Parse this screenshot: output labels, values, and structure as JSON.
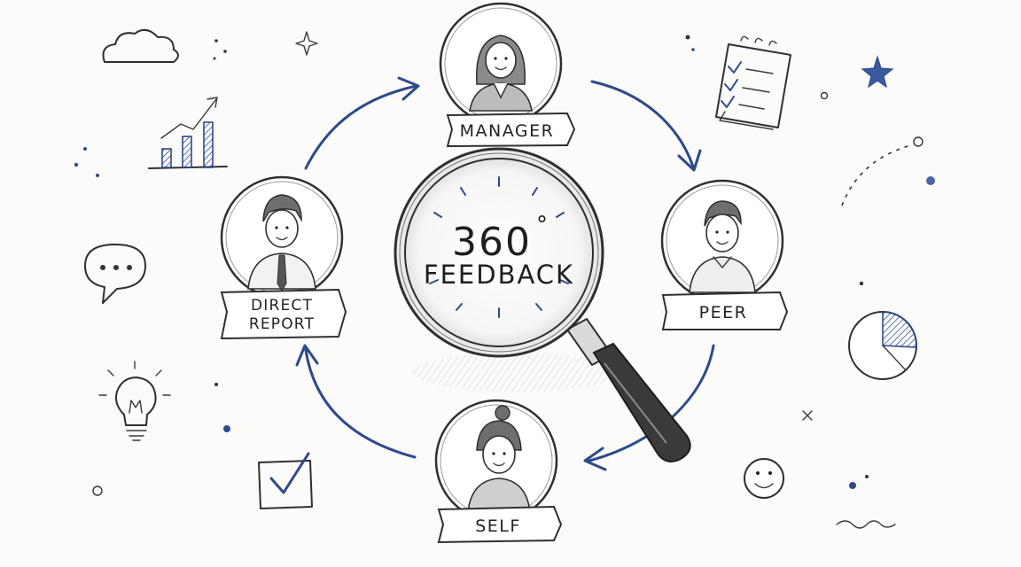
{
  "center": {
    "number": "360",
    "degree": "°",
    "word": "FEEDBACK"
  },
  "nodes": {
    "manager": "MANAGER",
    "peer": "PEER",
    "self": "SELF",
    "direct_report_line1": "DIRECT",
    "direct_report_line2": "REPORT"
  },
  "colors": {
    "ink": "#2f2f2f",
    "accent_blue": "#2d4a8a",
    "background": "#fbfbfa"
  },
  "icons": [
    "cloud-icon",
    "sparkle-icon",
    "bar-chart-icon",
    "speech-bubble-icon",
    "lightbulb-icon",
    "checkbox-icon",
    "checklist-notepad-icon",
    "star-icon",
    "pie-chart-icon",
    "smiley-icon",
    "magnifying-glass-icon"
  ]
}
